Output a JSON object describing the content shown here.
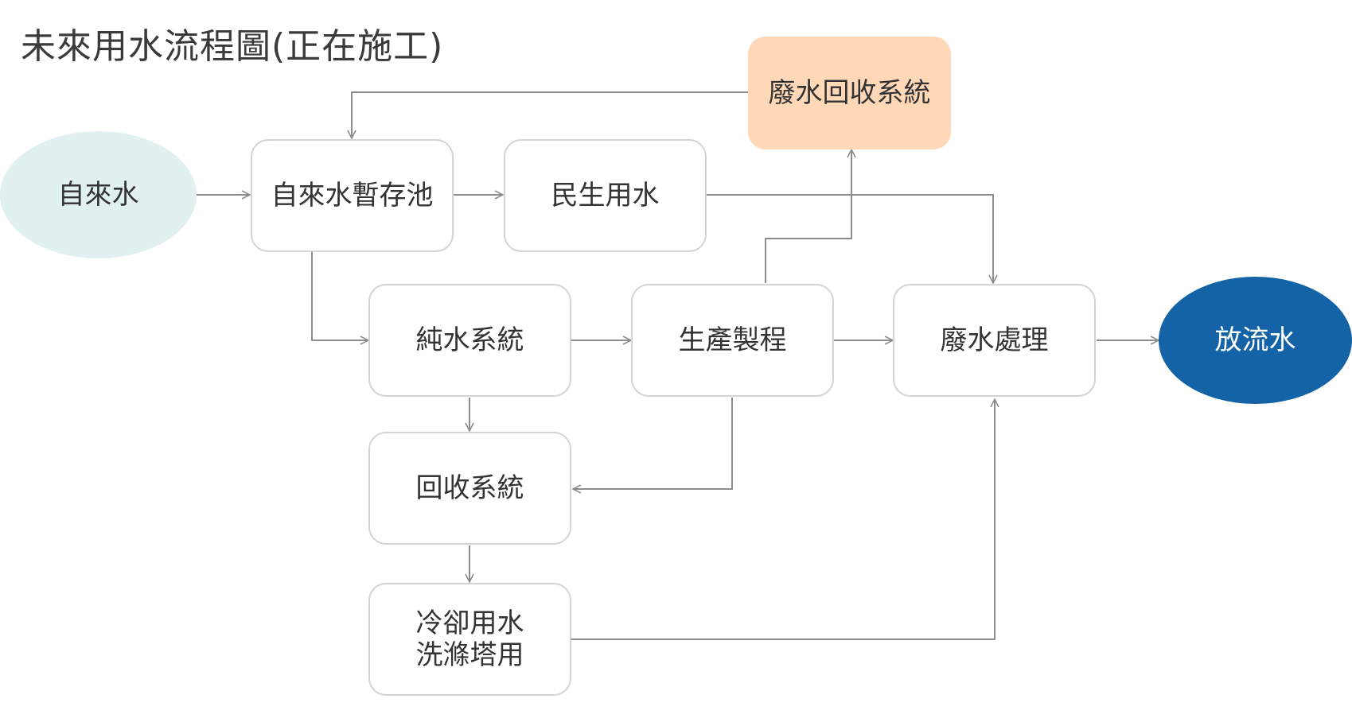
{
  "title": "未來用水流程圖(正在施工)",
  "colors": {
    "box_border": "#d4d4d4",
    "highlight_fill": "#ffd8b8",
    "source_fill": "#e1f1f0",
    "sink_fill": "#1463a6",
    "line": "#8c8c8c"
  },
  "nodes": {
    "tap_water": "自來水",
    "tap_storage": "自來水暫存池",
    "domestic_water": "民生用水",
    "waste_recycle": "廢水回收系統",
    "pure_water": "純水系統",
    "production": "生產製程",
    "wastewater_treatment": "廢水處理",
    "discharge": "放流水",
    "recycle_system": "回收系統",
    "cooling_tower": "冷卻用水\n洗滌塔用"
  }
}
